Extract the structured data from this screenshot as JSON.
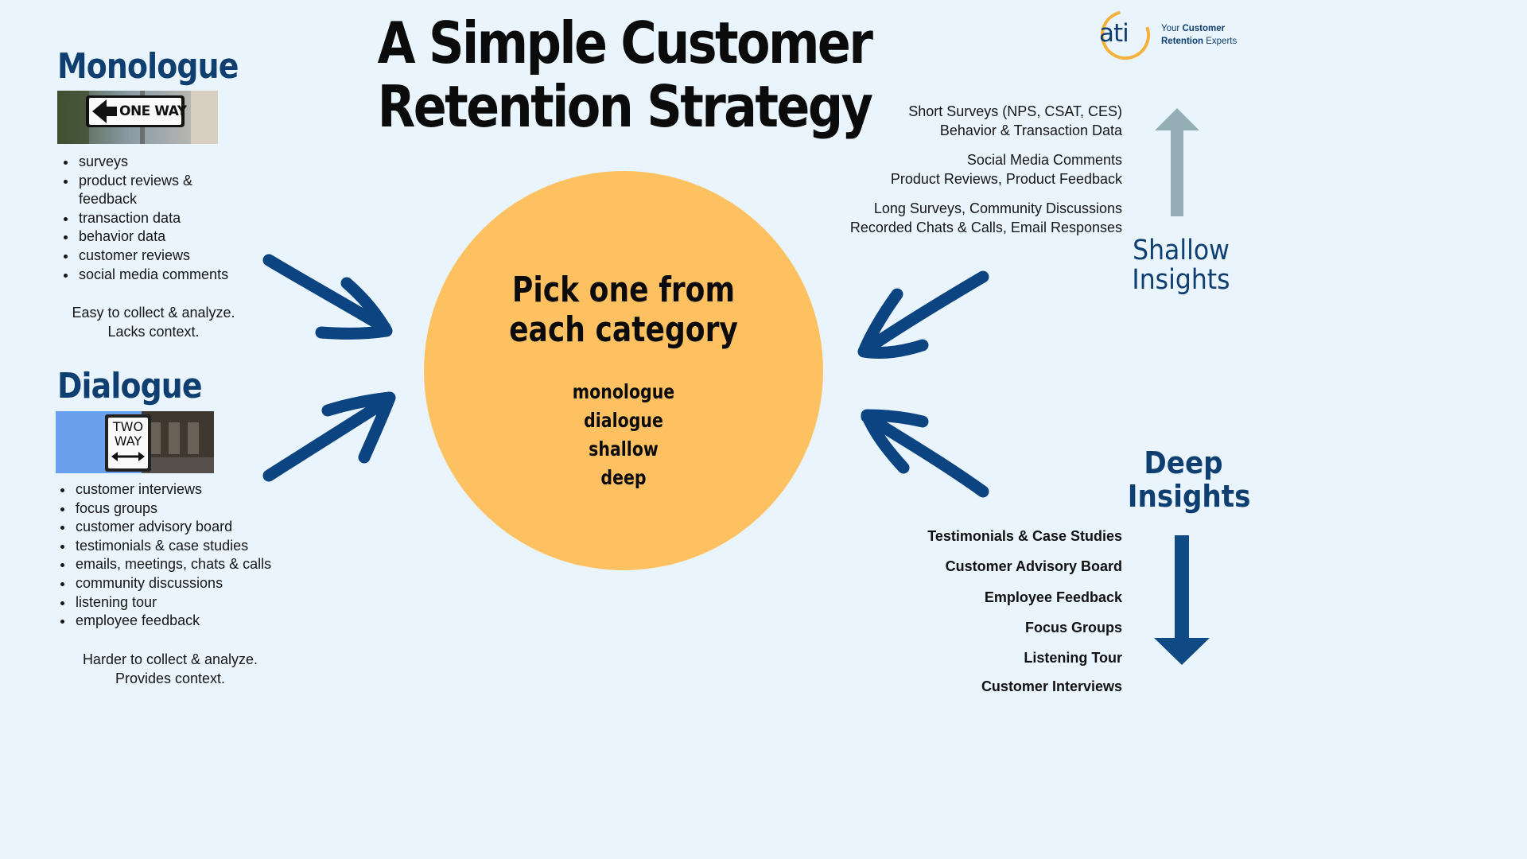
{
  "title": {
    "line1": "A Simple Customer",
    "line2": "Retention Strategy"
  },
  "logo": {
    "mark": "ati",
    "line1_normal": "Your ",
    "line1_bold": "Customer",
    "line2_bold": "Retention",
    "line2_normal": " Experts"
  },
  "monologue": {
    "heading": "Monologue",
    "sign_text": "ONE WAY",
    "items": [
      "surveys",
      "product reviews & feedback",
      "transaction data",
      "behavior data",
      "customer reviews",
      "social media comments"
    ],
    "note": [
      "Easy to collect & analyze.",
      "Lacks context."
    ]
  },
  "dialogue": {
    "heading": "Dialogue",
    "sign_text": [
      "TWO",
      "WAY"
    ],
    "items": [
      "customer interviews",
      "focus groups",
      "customer advisory board",
      "testimonials & case studies",
      "emails, meetings, chats & calls",
      "community discussions",
      "listening tour",
      "employee feedback"
    ],
    "note": [
      "Harder to collect & analyze.",
      "Provides context."
    ]
  },
  "center": {
    "heading": [
      "Pick one from",
      "each category"
    ],
    "categories": [
      "monologue",
      "dialogue",
      "shallow",
      "deep"
    ]
  },
  "shallow": {
    "label": [
      "Shallow",
      "Insights"
    ],
    "groups": [
      [
        "Short Surveys (NPS, CSAT, CES)",
        "Behavior & Transaction Data"
      ],
      [
        "Social Media Comments",
        "Product Reviews, Product Feedback"
      ],
      [
        "Long Surveys, Community Discussions",
        "Recorded Chats & Calls, Email Responses"
      ]
    ]
  },
  "deep": {
    "label": [
      "Deep",
      "Insights"
    ],
    "items": [
      "Testimonials & Case Studies",
      "Customer Advisory Board",
      "Employee Feedback",
      "Focus Groups",
      "Listening Tour",
      "Customer Interviews"
    ]
  },
  "colors": {
    "background": "#e9f4fc",
    "circle": "#fec162",
    "navy": "#0f3e70",
    "arrow": "#0b4480",
    "shallow_arrow": "#95aeb5",
    "logo_orange": "#f6b13d"
  }
}
